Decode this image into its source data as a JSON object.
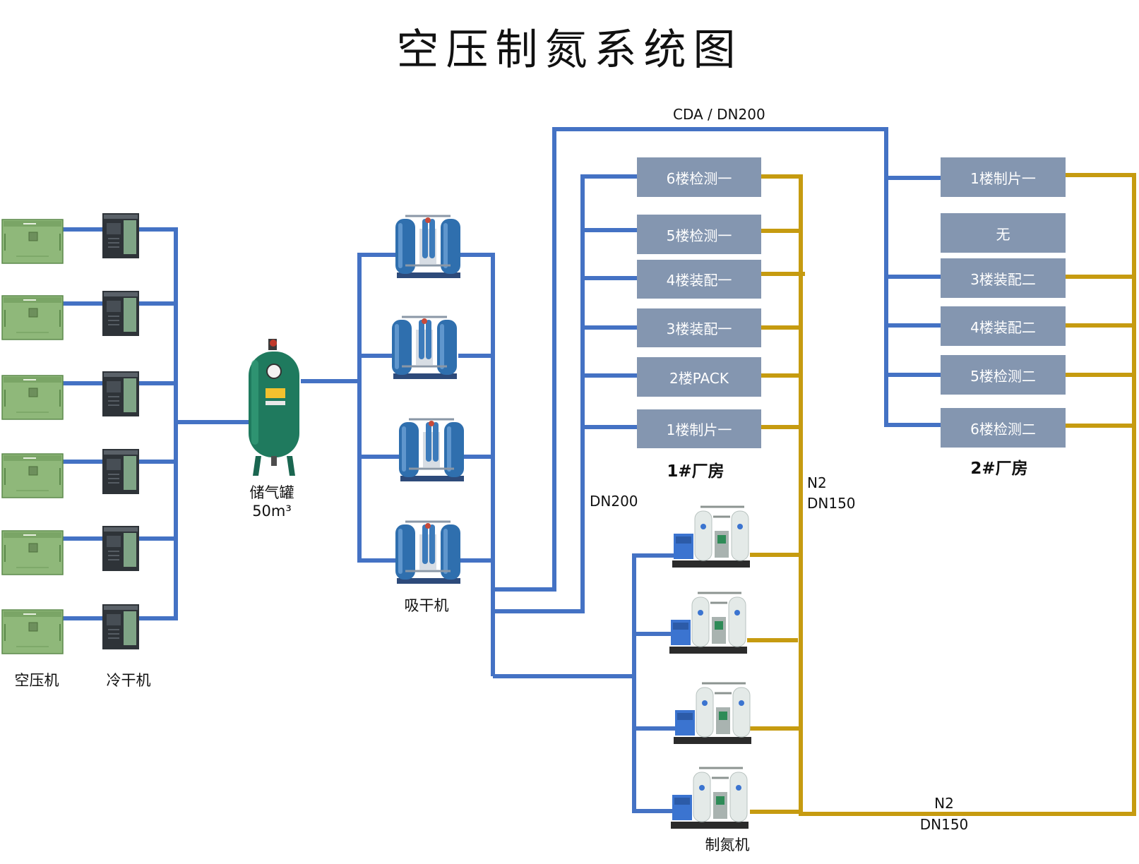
{
  "title": "空压制氮系统图",
  "colors": {
    "cda_pipe": "#4472c4",
    "n2_pipe": "#c69b10",
    "box_fill": "#8496b0",
    "box_text": "#ffffff"
  },
  "labels": {
    "compressor": "空压机",
    "cooler": "冷干机",
    "tank_name": "储气罐",
    "tank_volume": "50m³",
    "dryer": "吸干机",
    "nitrogen_generator": "制氮机",
    "cda_main": "CDA /  DN200",
    "branch_dn200": "DN200",
    "n2_vertical": "N2",
    "n2_vertical_size": "DN150",
    "n2_bottom": "N2",
    "n2_bottom_size": "DN150",
    "building1": "1#厂房",
    "building2": "2#厂房"
  },
  "building1_rooms": [
    "6楼检测一",
    "5楼检测一",
    "4楼装配一",
    "3楼装配一",
    "2楼PACK",
    "1楼制片一"
  ],
  "building2_rooms": [
    "1楼制片一",
    "无",
    "3楼装配二",
    "4楼装配二",
    "5楼检测二",
    "6楼检测二"
  ],
  "equipment_icons": [
    "air-compressor-icon",
    "refrigerated-dryer-icon",
    "air-tank-icon",
    "adsorption-dryer-icon",
    "nitrogen-generator-icon"
  ]
}
